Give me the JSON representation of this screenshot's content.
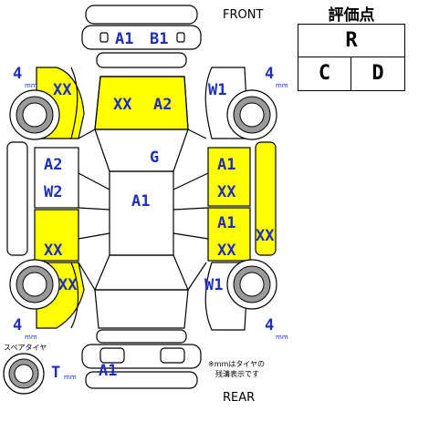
{
  "header": {
    "front_label": "FRONT",
    "rear_label": "REAR",
    "grade_title": "評価点",
    "grade_overall": "R",
    "grade_interior": "C",
    "grade_exterior": "D"
  },
  "colors": {
    "highlight": "#ffff00",
    "label_text": "#1f2fb8",
    "outline": "#000000"
  },
  "tires": {
    "front_left_depth": "4",
    "front_right_depth": "4",
    "rear_left_depth": "4",
    "rear_right_depth": "4",
    "unit": "mm",
    "spare_label": "スペアタイヤ",
    "spare_depth": "T",
    "note_line1": "※mmはタイヤの",
    "note_line2": "残溝表示です"
  },
  "damage": {
    "front_bumper_left": "A1",
    "front_bumper_right": "B1",
    "front_fender_left": "XX",
    "hood_left": "XX",
    "hood_right": "A2",
    "front_fender_right": "W1",
    "front_door_left_1": "A2",
    "front_door_left_2": "W2",
    "roof_mark": "G",
    "roof": "A1",
    "front_door_right_1": "A1",
    "front_door_right_2": "XX",
    "rear_door_right_1": "A1",
    "rear_door_right_2": "XX",
    "side_sill_right": "XX",
    "rear_door_left": "XX",
    "rear_fender_left": "XX",
    "rear_fender_right": "W1",
    "rear_bumper": "A1"
  }
}
